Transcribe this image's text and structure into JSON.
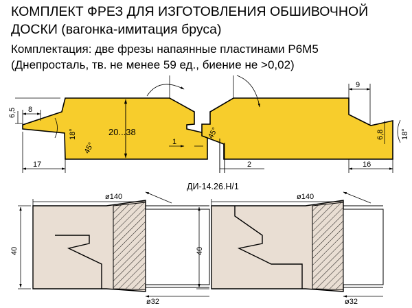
{
  "header": {
    "line1": "КОМПЛЕКТ ФРЕЗ ДЛЯ ИЗГОТОВЛЕНИЯ ОБШИВОЧНОЙ",
    "line2": "ДОСКИ (вагонка-имитация бруса)",
    "line3": "Комплектация: две фрезы напаянные пластинами Р6М5",
    "line4": "(Днепросталь, тв. не менее 59 ед., биение не >0,02)"
  },
  "profile": {
    "thickness_range": "20...38",
    "dims": {
      "tongue_height": "6,5",
      "tongue_length": "8",
      "left_offset": "17",
      "tongue_angle": "18°",
      "chamfer_left": "45°",
      "chamfer_right": "45°",
      "right_top": "9",
      "groove_depth": "6,8",
      "groove_angle": "18°",
      "right_offset": "16",
      "gap_one": "1",
      "gap_two": "2"
    }
  },
  "cutters": {
    "code": "ДИ-14.26.Н/1",
    "left": {
      "outer_diameter": "ø140",
      "bore": "ø32",
      "height": "40"
    },
    "right": {
      "outer_diameter": "ø140",
      "bore": "ø32",
      "height": "40"
    }
  },
  "colors": {
    "board_fill": "#f7cd2c",
    "cutter_fill": "#e9ded3",
    "line": "#000000"
  }
}
